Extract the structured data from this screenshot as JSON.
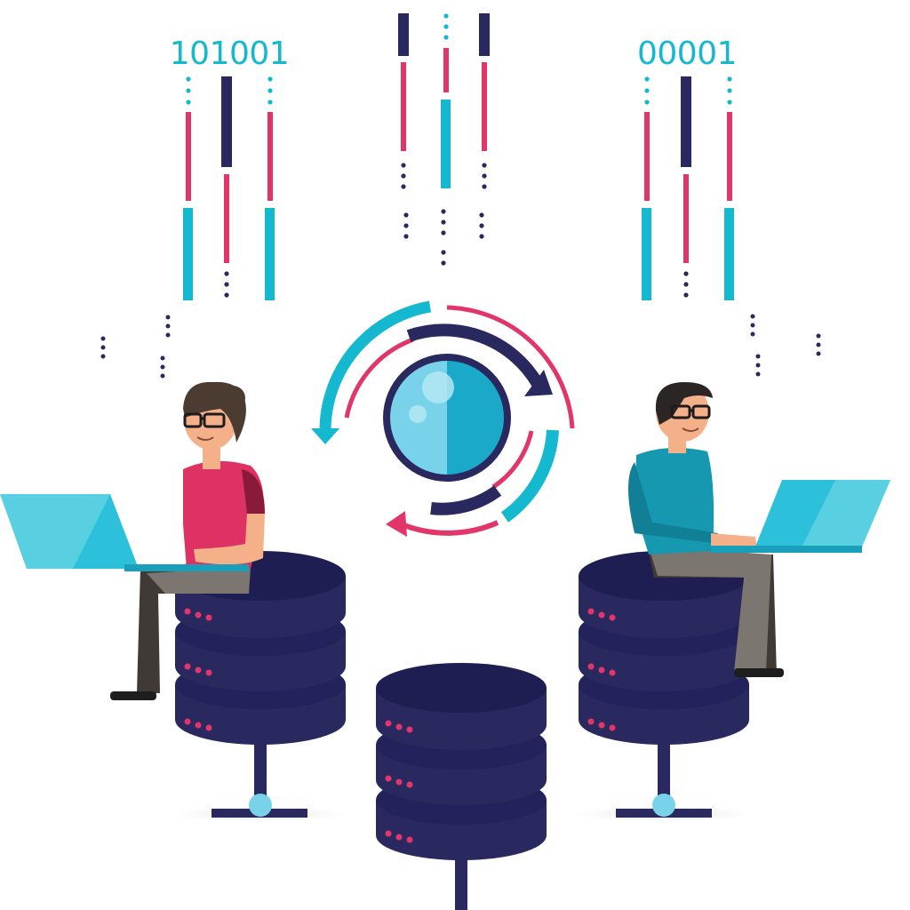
{
  "binary_labels": {
    "left": "101001",
    "right": "00001"
  },
  "colors": {
    "background": "#ffffff",
    "navy": "#29285f",
    "cyan": "#14b8cf",
    "pink": "#e2366a",
    "magenta_shirt": "#df3264",
    "teal_shirt": "#1598b0",
    "laptop": "#2cc0da",
    "skin": "#f3b089",
    "hair_brown": "#4b3b31",
    "hair_dark": "#2b2625",
    "pants_gray": "#7c7671",
    "pants_dark": "#3f3a36",
    "orb_light": "#78d3ea",
    "orb_dark": "#1aa9c9"
  },
  "icons": [
    "binary-stream-left",
    "binary-stream-center",
    "binary-stream-right",
    "sync-cycle-icon",
    "globe-orb-icon",
    "database-server-left",
    "database-server-center",
    "database-server-right",
    "person-with-laptop-left",
    "person-with-laptop-right"
  ]
}
